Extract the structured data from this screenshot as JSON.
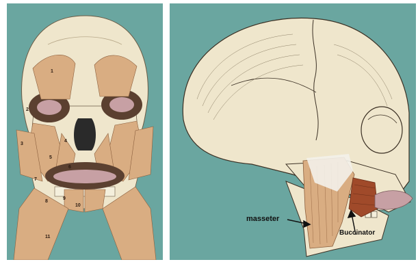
{
  "colors": {
    "background_teal": "#6aa6a0",
    "bone": "#efe6cc",
    "muscle": "#d9ad82",
    "muscle_dark": "#6b3e22",
    "buccinator": "#a04a2a",
    "lip": "#c7a0a4"
  },
  "left_panel": {
    "muscle_numbers": [
      "1",
      "2",
      "3",
      "4",
      "5",
      "6",
      "7",
      "8",
      "9",
      "10",
      "11"
    ]
  },
  "right_panel": {
    "labels": {
      "masseter": "masseter",
      "buccinator": "Buccinator"
    }
  }
}
